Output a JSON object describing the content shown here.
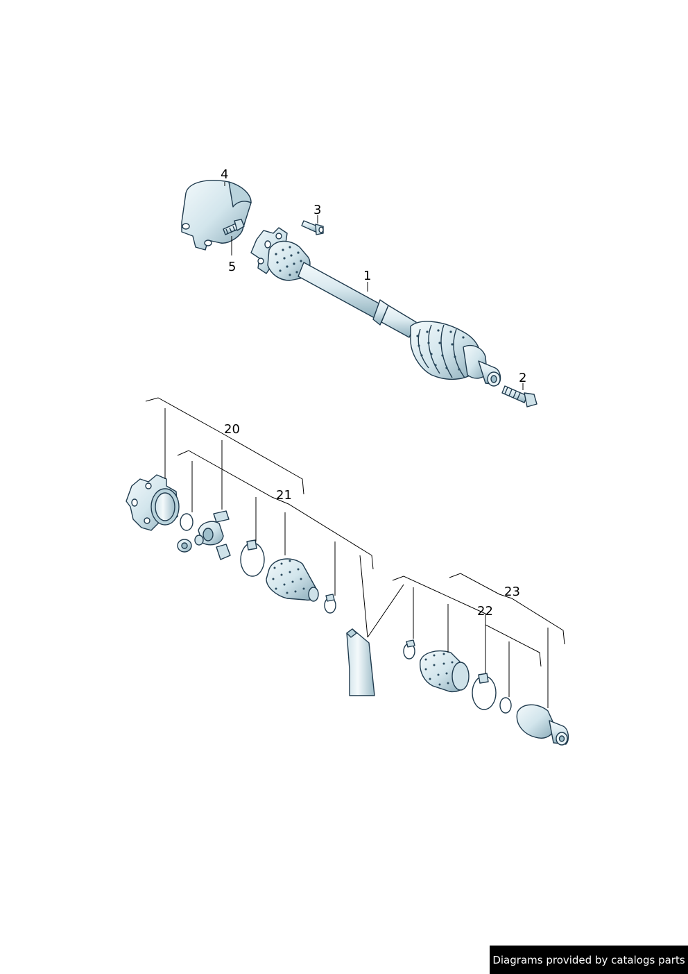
{
  "callouts": {
    "c1": "1",
    "c2": "2",
    "c3": "3",
    "c4": "4",
    "c5": "5",
    "c20": "20",
    "c21": "21",
    "c22": "22",
    "c23": "23"
  },
  "credit": "Diagrams provided by catalogs parts",
  "colors": {
    "part_fill": "#dfeef3",
    "part_shade": "#9fbfcb",
    "outline": "#1f3a4d",
    "credit_bg": "#000000"
  }
}
